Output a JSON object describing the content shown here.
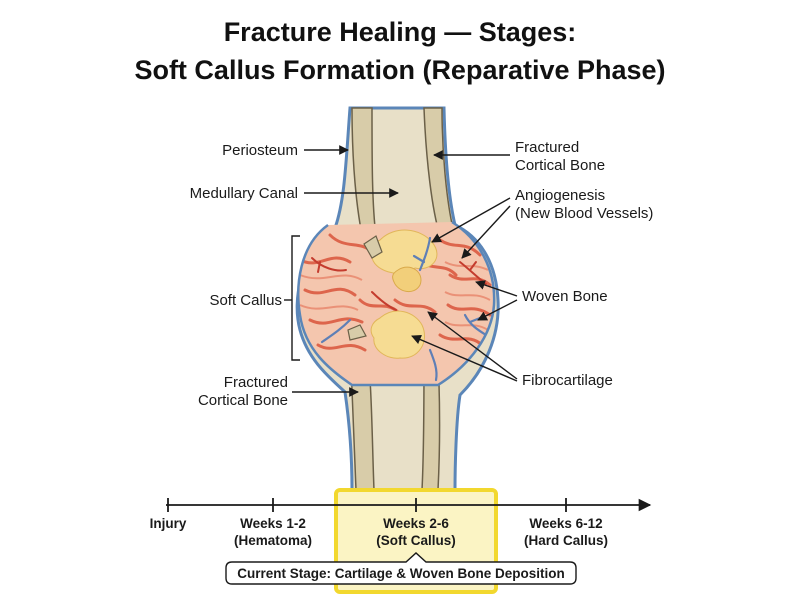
{
  "title": {
    "line1": "Fracture Healing — Stages:",
    "line2": "Soft Callus Formation (Reparative Phase)"
  },
  "labels": {
    "periosteum": "Periosteum",
    "medullary_canal": "Medullary Canal",
    "soft_callus": "Soft Callus",
    "fractured_cortical_left": [
      "Fractured",
      "Cortical Bone"
    ],
    "fractured_cortical_right": [
      "Fractured",
      "Cortical Bone"
    ],
    "angiogenesis": [
      "Angiogenesis",
      "(New Blood Vessels)"
    ],
    "woven_bone": "Woven Bone",
    "fibrocartilage": "Fibrocartilage"
  },
  "timeline": {
    "stages": [
      {
        "name": "Injury",
        "sub": ""
      },
      {
        "name": "Weeks 1-2",
        "sub": "(Hematoma)"
      },
      {
        "name": "Weeks 2-6",
        "sub": "(Soft Callus)",
        "highlighted": true
      },
      {
        "name": "Weeks 6-12",
        "sub": "(Hard Callus)"
      }
    ],
    "current_stage": "Current Stage: Cartilage & Woven Bone Deposition"
  },
  "colors": {
    "bone_fill": "#e9e1cb",
    "cortical_fill": "#ddd2b4",
    "periosteum": "#5b86b8",
    "callus_pink": "#f3c3ac",
    "callus_red": "#d9543b",
    "cartilage": "#f6dc93",
    "vessel_blue": "#5e7fb6",
    "highlight": "#f7e25a"
  }
}
